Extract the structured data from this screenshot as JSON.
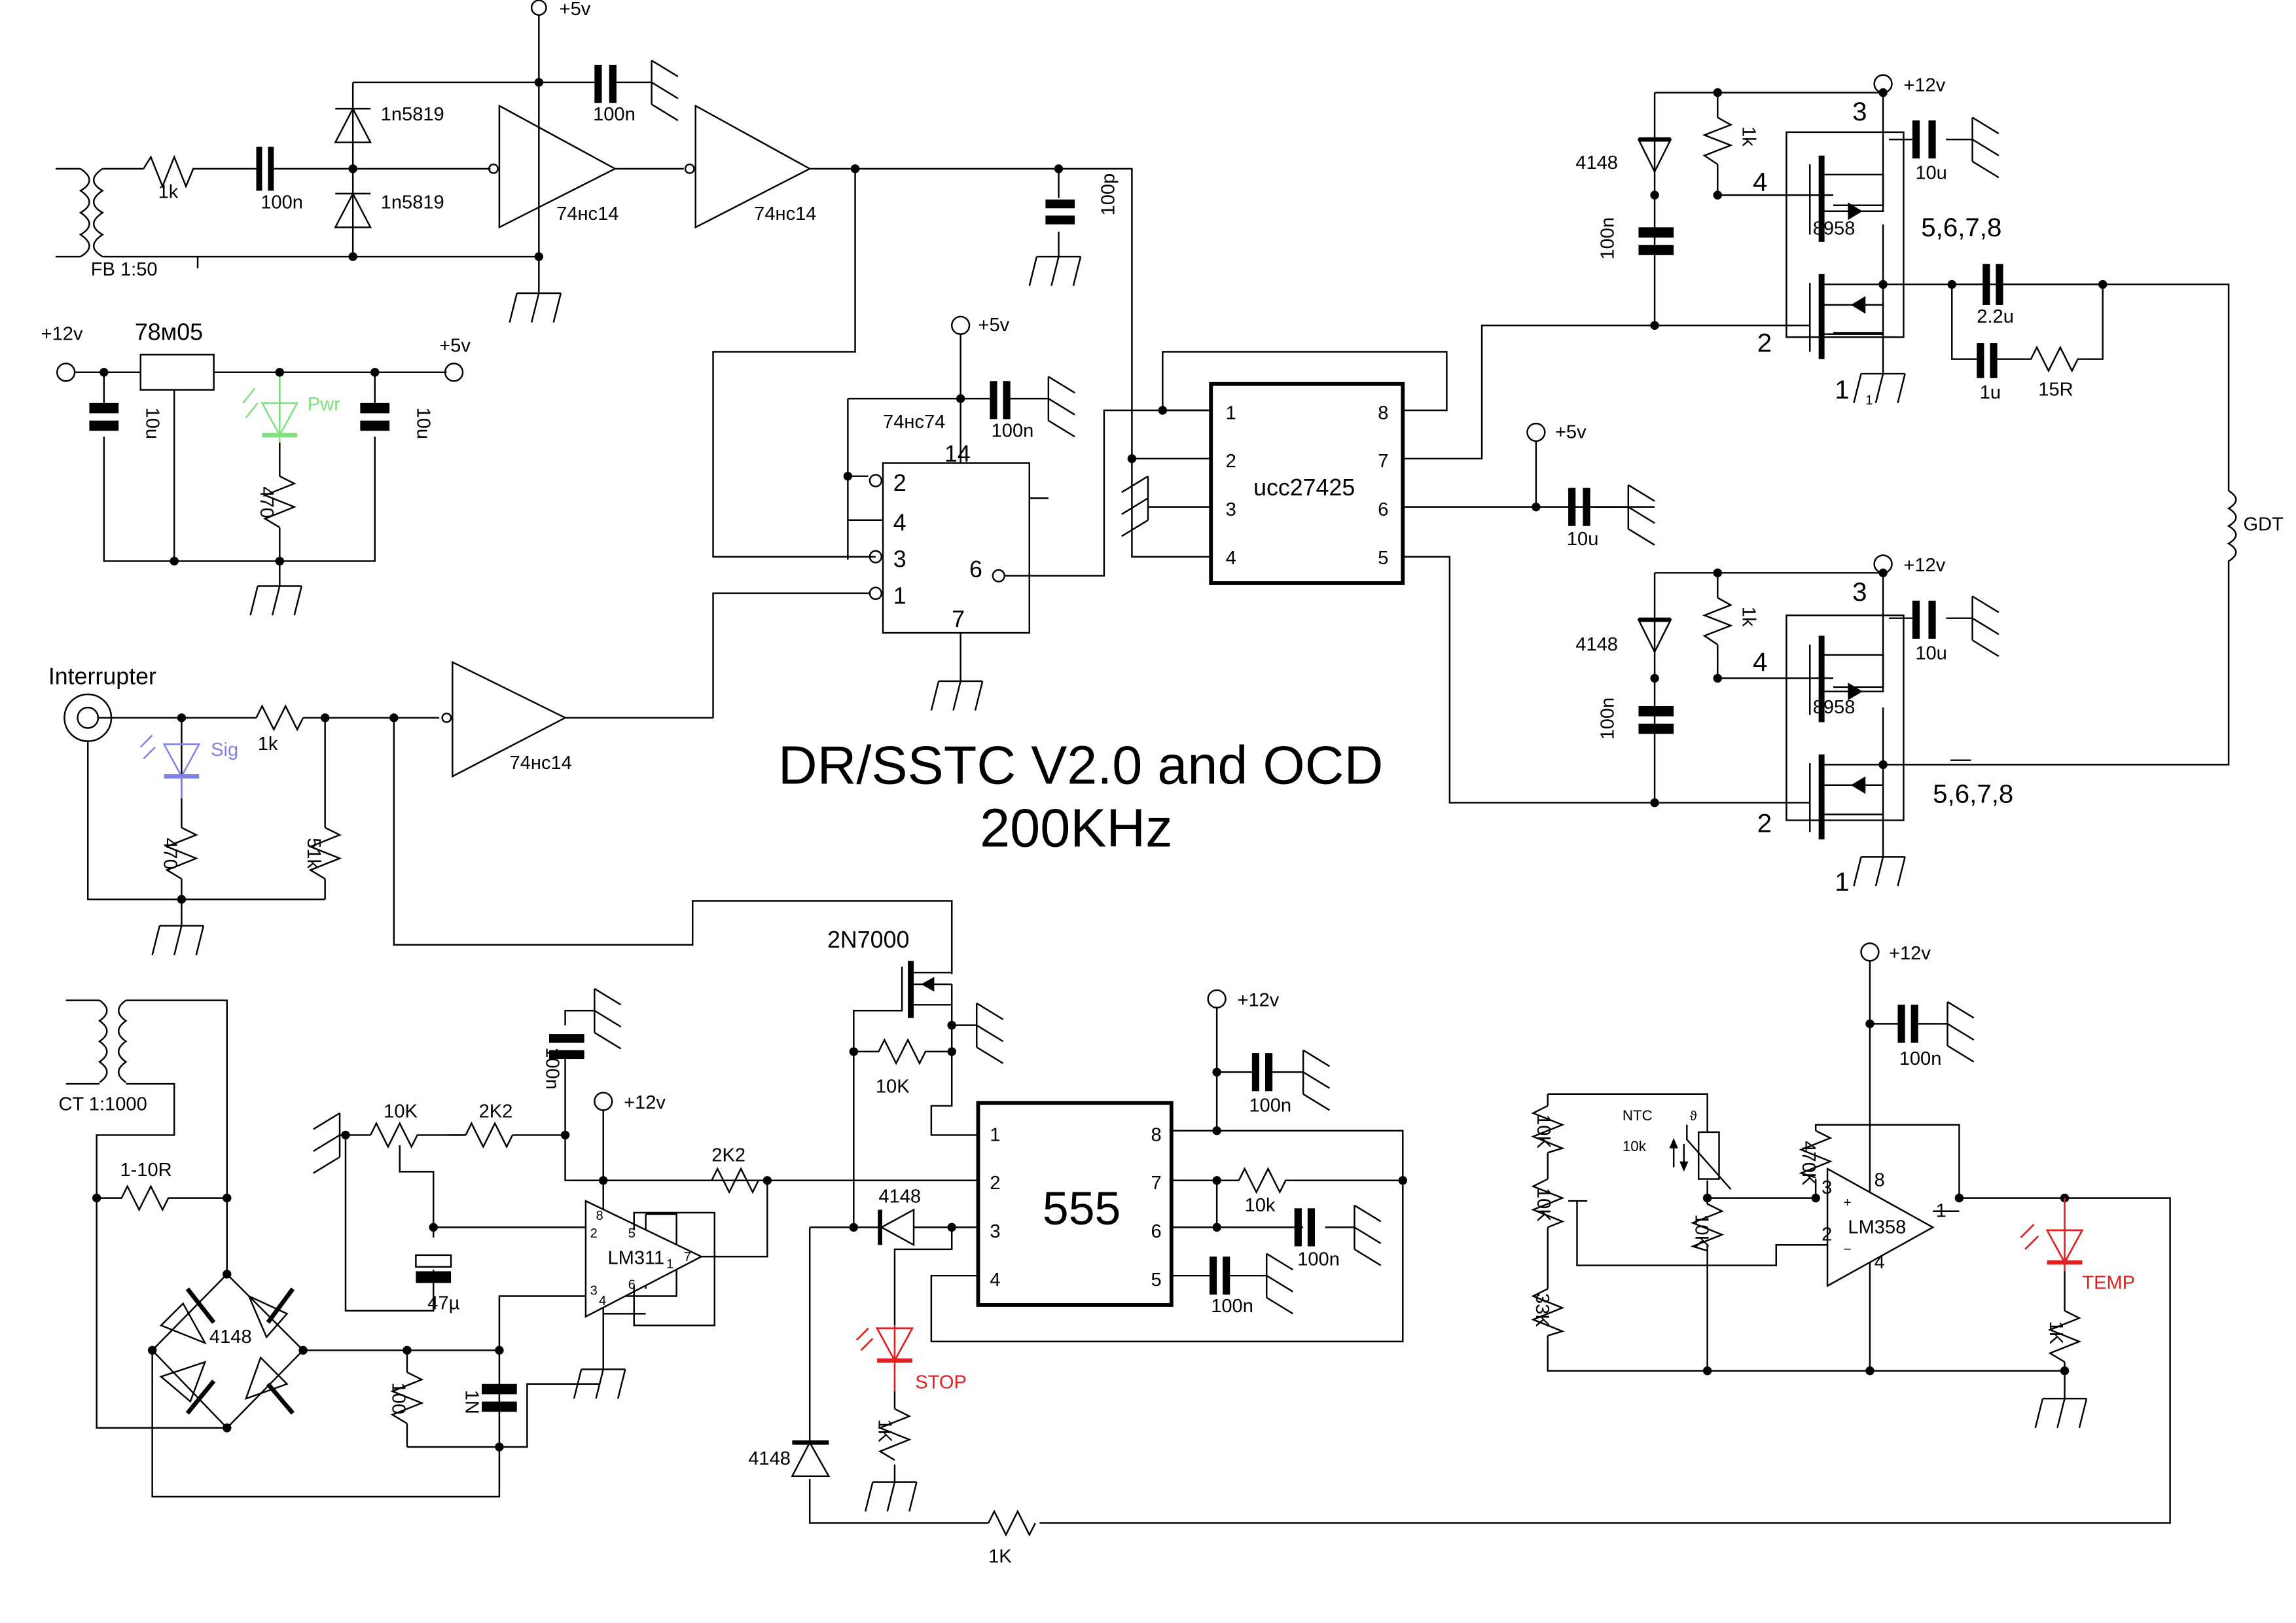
{
  "title": {
    "line1": "DR/SSTC V2.0 and OCD",
    "line2": "200KHz"
  },
  "rails": {
    "v5": "+5v",
    "v12": "+12v"
  },
  "feedback": {
    "transformer": "FB 1:50",
    "resistor": "1k",
    "coupling_cap": "100n",
    "diode_top": "1n5819",
    "diode_bottom": "1n5819",
    "decoupling_cap": "100n",
    "inverter1": "74нс14",
    "inverter2": "74нс14",
    "delay_cap": "100p"
  },
  "regulator": {
    "name": "78м05",
    "cap_in": "10u",
    "cap_out": "10u",
    "led_label": "Pwr",
    "led_resistor": "470",
    "led_color": "#7ee07e"
  },
  "flipflop": {
    "name": "74нс74",
    "decoupling_cap": "100n",
    "pins": {
      "p14": "14",
      "p2": "2",
      "p4": "4",
      "p3": "3",
      "p1": "1",
      "p6": "6",
      "p7": "7"
    }
  },
  "driver": {
    "name": "ucc27425",
    "pins_left": [
      "1",
      "2",
      "3",
      "4"
    ],
    "pins_right": [
      "8",
      "7",
      "6",
      "5"
    ],
    "decoupling_cap": "10u"
  },
  "interrupter": {
    "label": "Interrupter",
    "led_label": "Sig",
    "led_color": "#8080e8",
    "series_resistor": "1k",
    "led_resistor": "470",
    "pulldown": "51k",
    "inverter": "74нс14"
  },
  "half_bridge_top": {
    "mosfet": "8958",
    "diode": "4148",
    "resistor": "1k",
    "bootstrap_cap": "100n",
    "decoupling_cap": "10u",
    "pin3": "3",
    "pin4": "4",
    "pin2": "2",
    "pin1": "1",
    "pin1_small": "1",
    "pins_out": "5,6,7,8",
    "dc_block_cap": "2.2u",
    "snubber_cap": "1u",
    "snubber_res": "15R"
  },
  "half_bridge_bottom": {
    "mosfet": "8958",
    "diode": "4148",
    "resistor": "1k",
    "bootstrap_cap": "100n",
    "decoupling_cap": "10u",
    "pin3": "3",
    "pin4": "4",
    "pin2": "2",
    "pin1": "1",
    "pins_out": "5,6,7,8"
  },
  "gdt": {
    "label": "GDT"
  },
  "ocd": {
    "ct": "CT 1:1000",
    "burden": "1-10R",
    "bridge": "4148",
    "load_res": "100",
    "filter_cap": "1N",
    "pot": "10K",
    "res_ref": "2K2",
    "ref_cap": "47µ",
    "decoupling_cap": "100n",
    "comparator": "LM311",
    "pullup": "2K2",
    "lm311_pins": {
      "p8": "8",
      "p2": "2",
      "p5": "5",
      "p7": "7",
      "p1": "1",
      "p3": "3",
      "p6": "6",
      "p4": "4"
    }
  },
  "timer": {
    "name": "555",
    "mosfet": "2N7000",
    "gate_res": "10K",
    "diode": "4148",
    "diode2": "4148",
    "timing_res": "10k",
    "cap_pin6": "100n",
    "cap_pin5": "100n",
    "cap_vcc": "100n",
    "led_label": "STOP",
    "led_color": "#e02020",
    "led_res": "1K",
    "link_res": "1K",
    "pins_left": [
      "1",
      "2",
      "3",
      "4"
    ],
    "pins_right": [
      "8",
      "7",
      "6",
      "5"
    ]
  },
  "thermal": {
    "ntc_label": "NTC",
    "ntc_value": "10k",
    "ntc_glyph": "ϑ",
    "r_top": "10K",
    "pot": "10K",
    "r_bottom": "33K",
    "r_ntc_low": "10K",
    "feedback_res": "470K",
    "opamp": "LM358",
    "decoupling_cap": "100n",
    "led_label": "TEMP",
    "led_color": "#e02020",
    "led_res": "1K",
    "pins": {
      "p3": "3",
      "p2": "2",
      "p8": "8",
      "p4": "4",
      "p1": "1",
      "plus": "+",
      "minus": "−"
    }
  }
}
